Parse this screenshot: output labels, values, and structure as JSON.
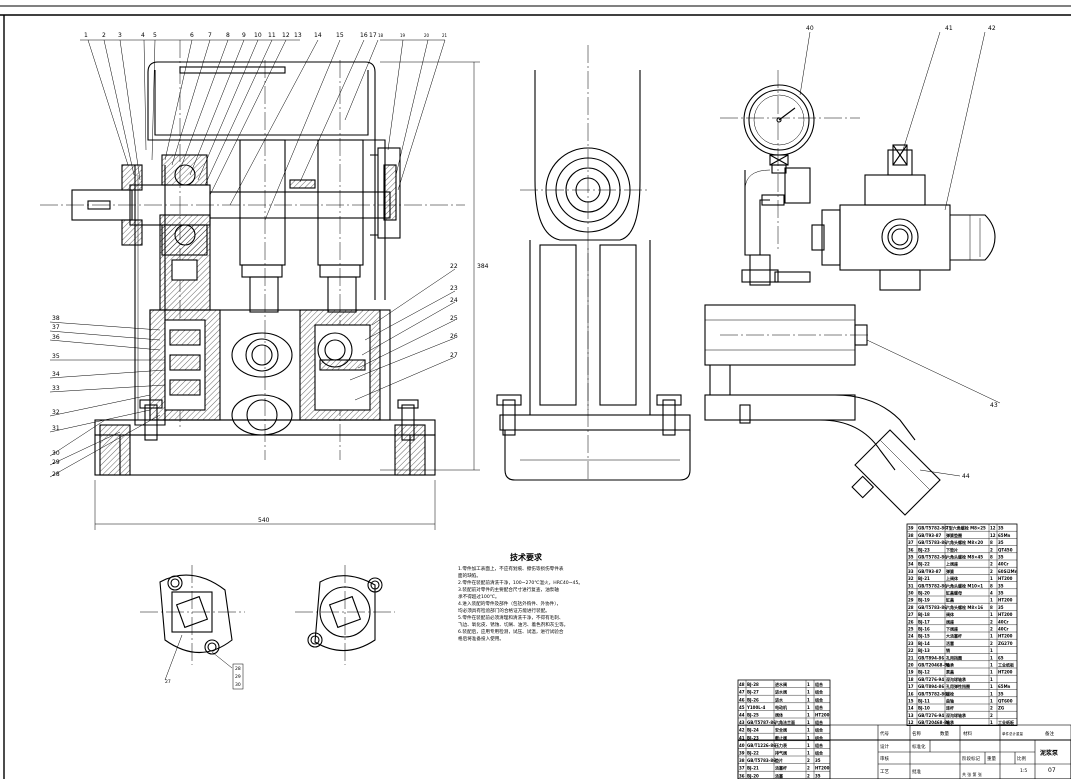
{
  "callouts_top_left": [
    "1",
    "2",
    "3",
    "4",
    "5",
    "6",
    "7",
    "8",
    "9",
    "10",
    "11",
    "12",
    "13",
    "14",
    "15",
    "16",
    "17",
    "18",
    "19",
    "20",
    "21"
  ],
  "callouts_top_right": [
    "40",
    "41",
    "42"
  ],
  "callouts_left": [
    "38",
    "37",
    "36",
    "35",
    "34",
    "33",
    "32",
    "31",
    "30",
    "29",
    "28"
  ],
  "callouts_mid": [
    "22",
    "23",
    "24",
    "25",
    "26",
    "27"
  ],
  "callouts_right": [
    "43",
    "44"
  ],
  "callouts_detail": [
    "27",
    "28",
    "29",
    "30"
  ],
  "dim_width": "540",
  "dim_height": "384",
  "tech_title": "技术要求",
  "tech_lines": [
    "1.零件加工表面上，不应有划痕、擦伤等损伤零件表",
    "  面的缺陷。",
    "2.零件在装配前清洗干净，100~270℃温火，HRC40~45。",
    "3.装配前对零件的主要配合尺寸进行复查，油泵轴",
    "  承不得超过100℃。",
    "4.进入装配的零件及部件（包括外购件、外协件），",
    "  均必须具有检验部门的合格证方能进行装配。",
    "5.零件在装配前必须清理和清洗干净，不得有毛刺、",
    "  飞边、氧化皮、锈蚀、切屑、油污、着色剂和灰尘等。",
    "6.装配后，应用专用检测，试压、试温，进行试验合",
    "  格后将准备投入使用。"
  ],
  "bom_upper": [
    [
      "39",
      "GB/T5782-86",
      "T型六角螺栓 M8×25",
      "12",
      "35"
    ],
    [
      "38",
      "GB/T93-87",
      "弹簧垫圈",
      "12",
      "65Mn"
    ],
    [
      "37",
      "GB/T5783-86",
      "六角头螺栓 M8×20",
      "8",
      "35"
    ],
    [
      "36",
      "BJ-23",
      "下垫片",
      "2",
      "QT450"
    ],
    [
      "35",
      "GB/T5782-86",
      "六角头螺栓 M8×45",
      "8",
      "35"
    ],
    [
      "34",
      "BJ-22",
      "上阀座",
      "2",
      "40Cr"
    ],
    [
      "33",
      "GB/T93-87",
      "弹簧",
      "2",
      "60Si2Mn"
    ],
    [
      "32",
      "BJ-21",
      "上阀体",
      "1",
      "HT200"
    ],
    [
      "31",
      "GB/T5782-86",
      "六角头螺栓 M10×1",
      "8",
      "35"
    ],
    [
      "30",
      "BJ-20",
      "缸盖螺母",
      "4",
      "35"
    ],
    [
      "29",
      "BJ-19",
      "缸盖",
      "1",
      "HT200"
    ],
    [
      "28",
      "GB/T5783-86",
      "六角头螺栓 M8×16",
      "8",
      "35"
    ],
    [
      "27",
      "BJ-18",
      "阀体",
      "1",
      "HT200"
    ],
    [
      "26",
      "BJ-17",
      "阀座",
      "2",
      "40Cr"
    ],
    [
      "25",
      "BJ-16",
      "下阀座",
      "2",
      "40Cr"
    ],
    [
      "24",
      "BJ-15",
      "大活塞杆",
      "1",
      "HT200"
    ],
    [
      "23",
      "BJ-14",
      "活塞",
      "2",
      "ZG270"
    ],
    [
      "22",
      "BJ-13",
      "销",
      "1",
      ""
    ],
    [
      "21",
      "GB/T894-86",
      "孔用挡圈",
      "1",
      "65"
    ],
    [
      "20",
      "GB/T20468-86",
      "轴承",
      "1",
      "工业纸板"
    ],
    [
      "19",
      "BJ-12",
      "泵盖",
      "1",
      "HT200"
    ],
    [
      "18",
      "GB/T276-94",
      "深沟球轴承",
      "1",
      ""
    ],
    [
      "17",
      "GB/T894-86",
      "孔用弹性挡圈",
      "1",
      "65Mn"
    ],
    [
      "16",
      "GB/T5782-86",
      "螺栓",
      "1",
      "35"
    ],
    [
      "15",
      "BJ-11",
      "曲轴",
      "1",
      "QT600"
    ],
    [
      "14",
      "BJ-10",
      "连杆",
      "2",
      "ZG"
    ],
    [
      "13",
      "GB/T276-94",
      "深沟球轴承",
      "2",
      ""
    ],
    [
      "12",
      "GB/T20468-86",
      "轴承",
      "1",
      "工业纸板"
    ]
  ],
  "bom_lower": [
    [
      "48",
      "BJ-28",
      "进水阀",
      "1",
      "组合"
    ],
    [
      "47",
      "BJ-27",
      "进水阀",
      "1",
      "组合"
    ],
    [
      "46",
      "BJ-26",
      "进水",
      "1",
      "组合"
    ],
    [
      "45",
      "Y100L-4",
      "电动机",
      "1",
      "组合"
    ],
    [
      "44",
      "BJ-25",
      "阀体",
      "1",
      "HT200"
    ],
    [
      "43",
      "GB/T5787-86",
      "六角法兰面",
      "1",
      "组合"
    ],
    [
      "42",
      "BJ-24",
      "安全阀",
      "1",
      "组合"
    ],
    [
      "41",
      "BJ-23",
      "截止阀",
      "1",
      "组合"
    ],
    [
      "40",
      "GB/T1226-86",
      "压力表",
      "1",
      "组合"
    ],
    [
      "39",
      "BJ-22",
      "排气阀",
      "1",
      "组合"
    ],
    [
      "38",
      "GB/T5783-86",
      "垫片",
      "2",
      "35"
    ],
    [
      "37",
      "BJ-21",
      "活塞杆",
      "2",
      "HT200"
    ],
    [
      "36",
      "BJ-20",
      "活塞",
      "2",
      "35"
    ]
  ],
  "title_block": {
    "name": "泥浆泵",
    "drawing_no": "07",
    "scale": "1:5",
    "heading_code": "代号",
    "heading_name": "名称",
    "heading_qty": "数量",
    "heading_material": "材料",
    "heading_mass": "单件总计重量",
    "heading_remark": "备注",
    "stage": "阶段标记",
    "weight": "重量",
    "ratio": "比例",
    "designer": "设计",
    "checker": "审核",
    "process": "工艺",
    "approve": "批准",
    "sheet_label": "共 张 第 张",
    "standard": "标准化"
  }
}
